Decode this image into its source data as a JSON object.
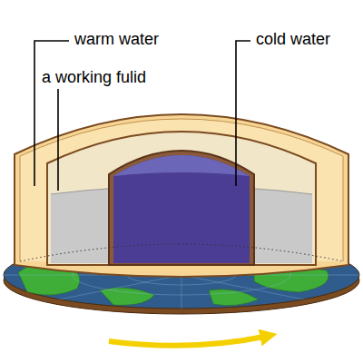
{
  "diagram": {
    "labels": [
      "warm water",
      "a working fulid",
      "cold water"
    ]
  }
}
